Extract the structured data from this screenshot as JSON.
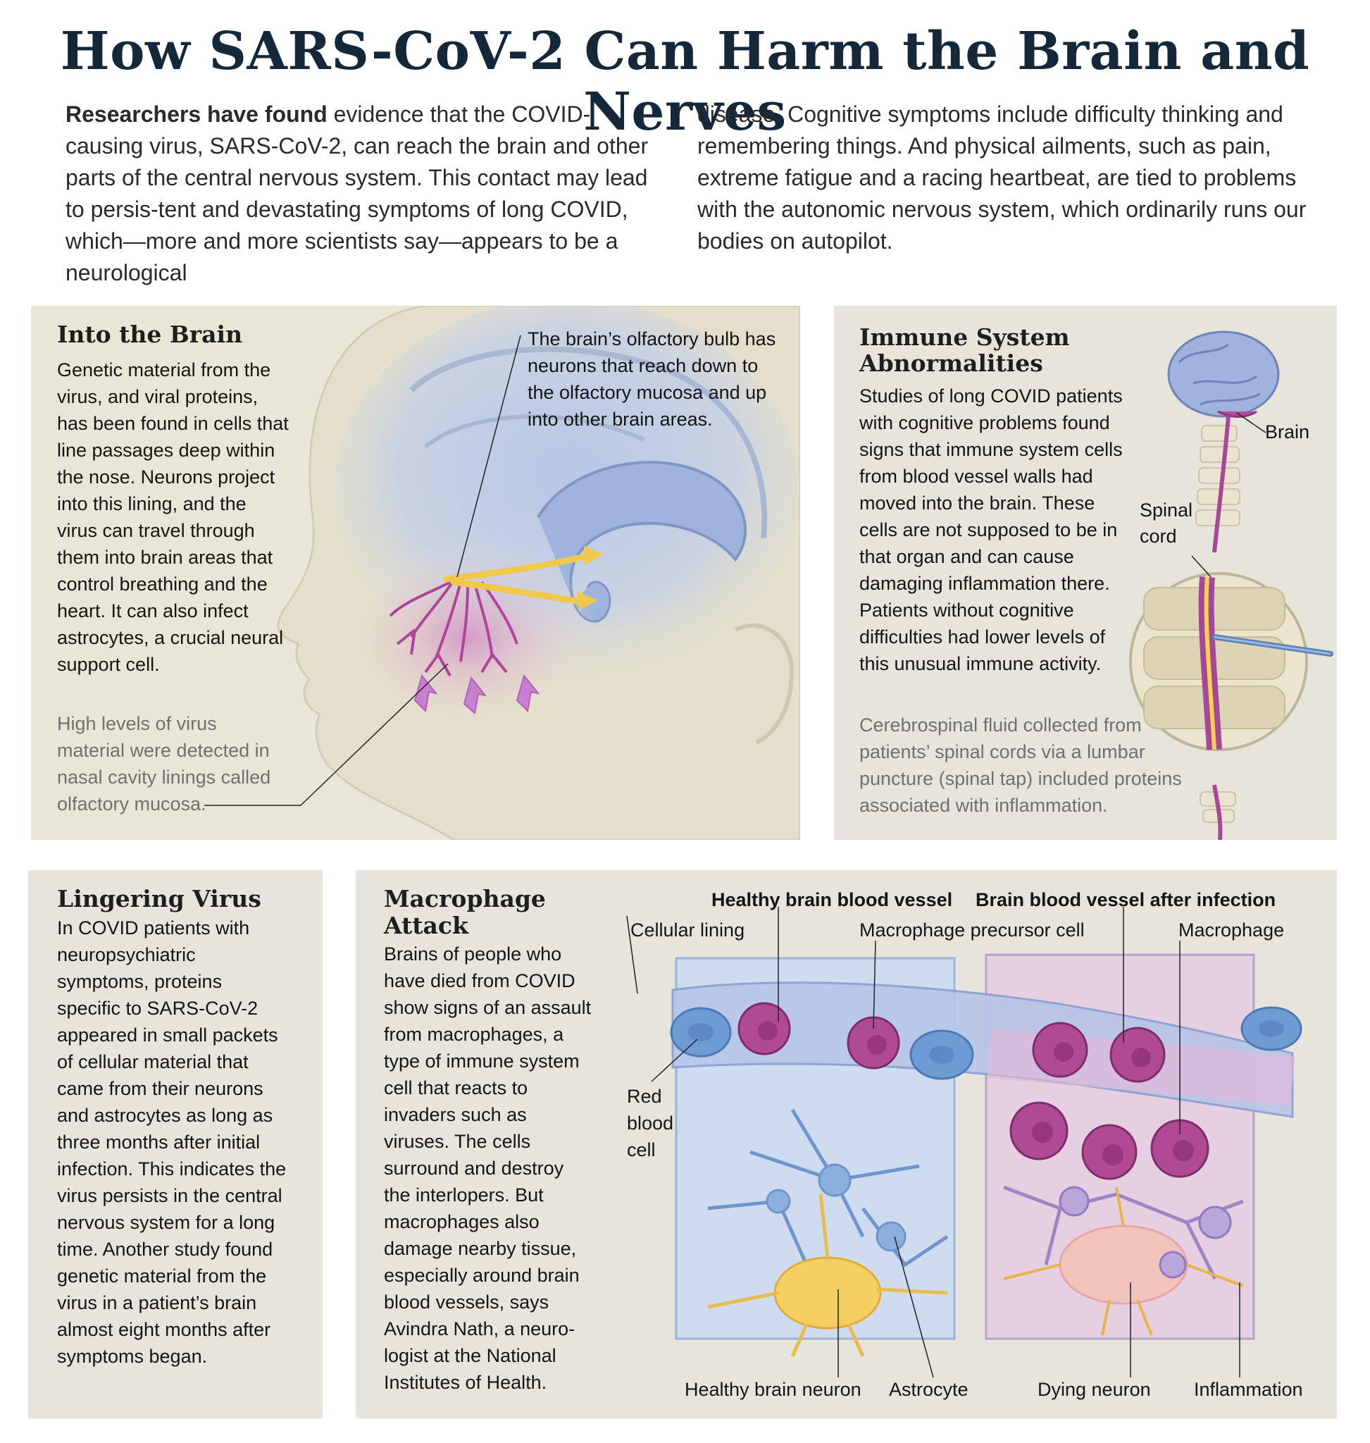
{
  "title": "How SARS-CoV-2 Can Harm the Brain and Nerves",
  "intro": {
    "lead": "Researchers have found",
    "left_text": " evidence that the COVID-causing virus, SARS-CoV-2, can reach the brain and other parts of the central nervous system. This contact may lead to persis-tent and devastating symptoms of long COVID, which—more and more scientists say—appears to be a neurological",
    "right_text": "disease. Cognitive symptoms include difficulty thinking and remembering things. And physical ailments, such as pain, extreme fatigue and a racing heartbeat, are tied to problems with the autonomic nervous system, which ordinarily runs our bodies on autopilot."
  },
  "panels": {
    "into_brain": {
      "title": "Into the Brain",
      "body": "Genetic material from the virus, and viral proteins, has been found in cells that line passages deep within the nose. Neurons project into this lining, and the virus can travel through them into brain areas that control breathing and the heart. It can also infect astrocytes, a crucial neural support cell.",
      "callout_olfactory_bulb": "The brain’s olfactory bulb has neurons that reach down to the olfactory mucosa and up into other brain areas.",
      "note": "High levels of virus material were detected in nasal cavity linings called olfactory mucosa."
    },
    "immune": {
      "title_line1": "Immune System",
      "title_line2": "Abnormalities",
      "body": "Studies of long COVID patients with cognitive problems found signs that immune system cells from blood vessel walls had moved into the brain. These cells are not supposed to be in that organ and can cause damaging inflammation there. Patients without cognitive difficulties had lower levels of this unusual immune activity.",
      "label_brain": "Brain",
      "label_spinal_1": "Spinal",
      "label_spinal_2": "cord",
      "note": "Cerebrospinal fluid collected from patients’ spinal cords via a lumbar puncture (spinal tap) included proteins associated with inflammation."
    },
    "lingering": {
      "title": "Lingering Virus",
      "body": "In COVID patients with neuropsychiatric symptoms, proteins specific to SARS-CoV-2 appeared in small packets of cellular material that came from their neurons and astrocytes as long as three months after initial infection. This indicates the virus persists in the central nervous system for a long time. Another study found genetic material from the virus in a patient’s brain almost eight months after symptoms began."
    },
    "macrophage": {
      "title_line1": "Macrophage",
      "title_line2": "Attack",
      "body": "Brains of people who have died from COVID show signs of an assault from macrophages, a type of immune system cell that reacts to invaders such as viruses. The cells surround and destroy the interlopers. But macrophages also damage nearby tissue, especially around brain blood vessels, says Avindra Nath, a neuro-logist at the National Institutes of Health.",
      "heading_healthy": "Healthy brain blood vessel",
      "heading_infected": "Brain blood vessel after infection",
      "label_cellular_lining": "Cellular lining",
      "label_precursor": "Macrophage precursor cell",
      "label_macrophage": "Macrophage",
      "label_rbc_1": "Red",
      "label_rbc_2": "blood",
      "label_rbc_3": "cell",
      "label_healthy_neuron": "Healthy brain neuron",
      "label_astrocyte": "Astrocyte",
      "label_dying_neuron": "Dying neuron",
      "label_inflammation": "Inflammation"
    }
  }
}
